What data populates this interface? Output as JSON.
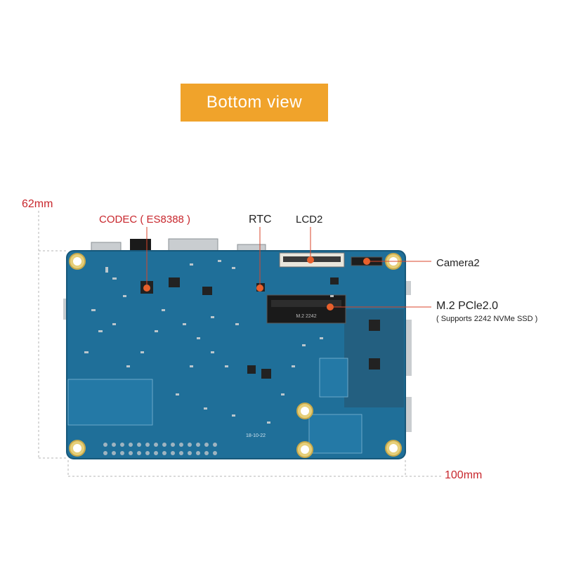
{
  "banner": {
    "title": "Bottom view"
  },
  "dimensions": {
    "height": "62mm",
    "width": "100mm"
  },
  "callouts": {
    "codec": "CODEC ( ES8388 )",
    "rtc": "RTC",
    "lcd2": "LCD2",
    "camera2": "Camera2",
    "m2": "M.2 PCle2.0",
    "m2_sub": "( Supports 2242 NVMe SSD )"
  },
  "board": {
    "silk_date": "18-10-22",
    "m2_slot_text": "M.2 2242"
  },
  "colors": {
    "banner": "#f0a32b",
    "pcb": "#1f6f99",
    "dimension_text": "#c8272d",
    "leader": "#d9462b"
  }
}
